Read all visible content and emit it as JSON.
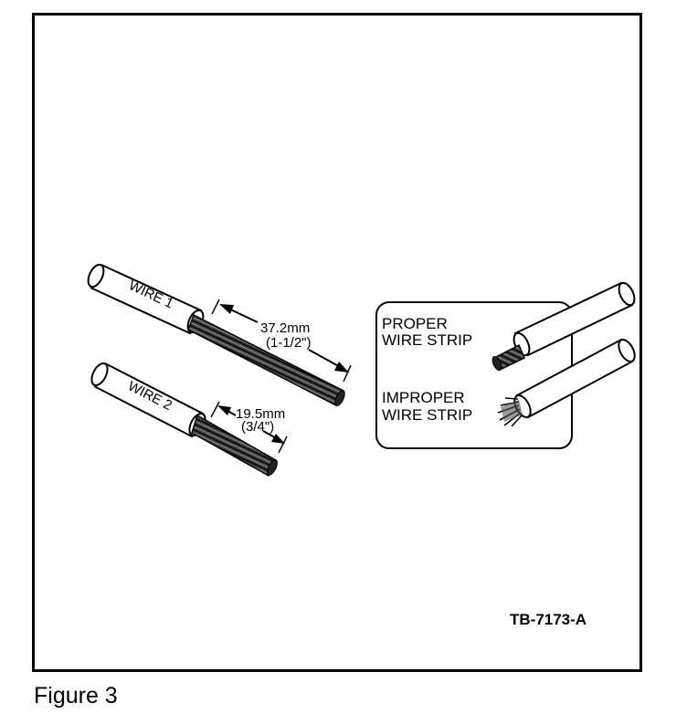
{
  "figure": {
    "caption": "Figure 3",
    "id_code": "TB-7173-A"
  },
  "wire1": {
    "label": "WIRE 1",
    "dim_metric": "37.2mm",
    "dim_imperial": "(1-1/2\")"
  },
  "wire2": {
    "label": "WIRE 2",
    "dim_metric": "19.5mm",
    "dim_imperial": "(3/4\")"
  },
  "inset": {
    "proper_line1": "PROPER",
    "proper_line2": "WIRE STRIP",
    "improper_line1": "IMPROPER",
    "improper_line2": "WIRE STRIP"
  }
}
